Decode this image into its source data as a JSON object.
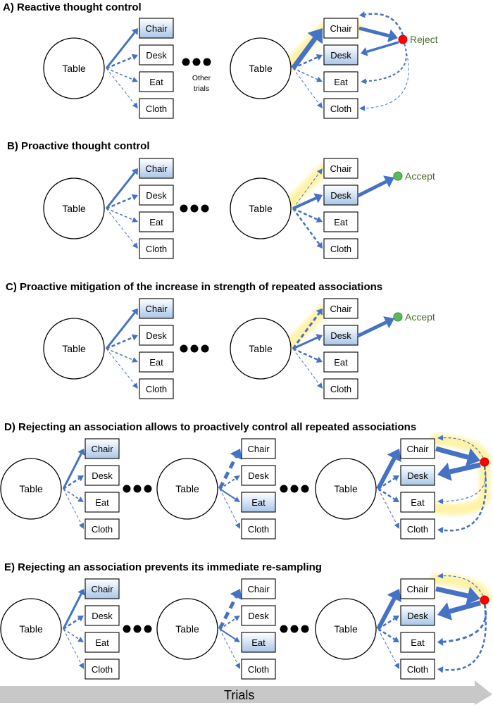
{
  "colors": {
    "arrow": "#4472c4",
    "highlight": "#fff3a8",
    "reject_dot": "#ff0000",
    "accept_dot": "#5cb85c",
    "outcome_text": "#4a6b2a",
    "box_selected_top": "#ffffff",
    "box_selected_bottom": "#a9c6e8",
    "trials_arrow": "#c8c8c8"
  },
  "labels": {
    "cue": "Table",
    "options": [
      "Chair",
      "Desk",
      "Eat",
      "Cloth"
    ],
    "other_trials": [
      "Other",
      "trials"
    ],
    "reject": "Reject",
    "accept": "Accept",
    "trials": "Trials"
  },
  "panels": [
    {
      "id": "A",
      "title": "A) Reactive thought control"
    },
    {
      "id": "B",
      "title": "B) Proactive thought control"
    },
    {
      "id": "C",
      "title": "C) Proactive mitigation of the increase in strength of repeated associations"
    },
    {
      "id": "D",
      "title": "D) Rejecting an association allows to proactively control all repeated associations"
    },
    {
      "id": "E",
      "title": "E) Rejecting an association prevents its immediate re-sampling"
    }
  ]
}
